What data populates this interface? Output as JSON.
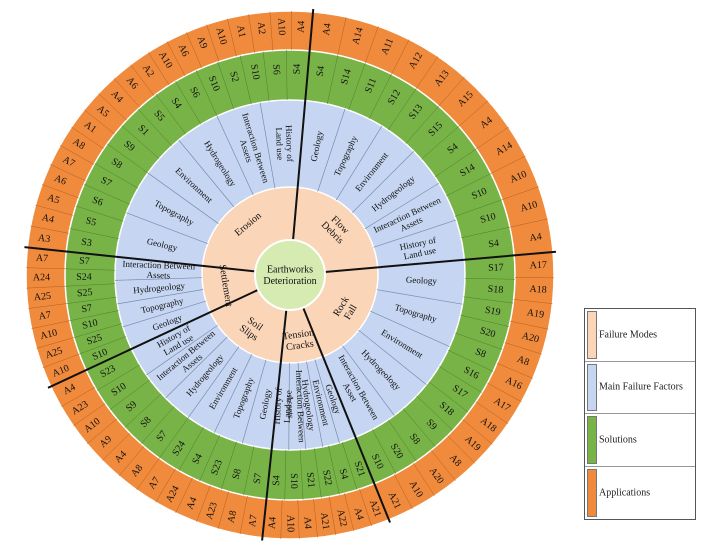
{
  "center": {
    "lines": [
      "Earthworks",
      "Deterioration"
    ]
  },
  "colors": {
    "center": "#d6ebb2",
    "failure_modes": "#fbd5b8",
    "factors": "#c6d6f2",
    "solutions": "#78b347",
    "applications": "#f08a3c",
    "divider": "#111111",
    "thin": "#7a8dae"
  },
  "failure_modes": [
    {
      "label": "Erosion",
      "factors": [
        "Geology",
        "Topography",
        "Environment",
        "Hydrogeology",
        "Interaction Between Assets",
        "History of Land use"
      ],
      "solutions": [
        "S3",
        "S5",
        "S6",
        "S7",
        "S8",
        "S9",
        "S1",
        "S5",
        "S4",
        "S6",
        "S10",
        "S2",
        "S10",
        "S6",
        "S4"
      ],
      "applications": [
        "A3",
        "A4",
        "A5",
        "A6",
        "A7",
        "A8",
        "A1",
        "A5",
        "A4",
        "A6",
        "A2",
        "A10",
        "A6",
        "A9",
        "A10",
        "A1",
        "A2",
        "A10",
        "A4"
      ]
    },
    {
      "label": "Flow Debris",
      "factors": [
        "Geology",
        "Topography",
        "Environment",
        "Hydrogeology",
        "Interaction Between Assets",
        "History of Land use"
      ],
      "solutions": [
        "S4",
        "S14",
        "S11",
        "S12",
        "S13",
        "S15",
        "S4",
        "S14",
        "S10",
        "S10",
        "S4"
      ],
      "applications": [
        "A4",
        "A14",
        "A11",
        "A12",
        "A13",
        "A15",
        "A4",
        "A14",
        "A10",
        "A10",
        "A4"
      ]
    },
    {
      "label": "Rock Fall",
      "factors": [
        "Geology",
        "Topography",
        "Environment",
        "Hydrogeology",
        "Interaction Between Asset"
      ],
      "solutions": [
        "S17",
        "S18",
        "S19",
        "S20",
        "S8",
        "S16",
        "S17",
        "S18",
        "S9",
        "S8",
        "S20",
        "S10"
      ],
      "applications": [
        "A17",
        "A18",
        "A19",
        "A20",
        "A8",
        "A16",
        "A17",
        "A18",
        "A19",
        "A8",
        "A20",
        "A10",
        "A21"
      ]
    },
    {
      "label": "Tension Cracks",
      "factors": [
        "Geology",
        "Environment",
        "Hydrogeology",
        "Interaction Between Assets",
        "History of Land use"
      ],
      "solutions": [
        "S21",
        "S4",
        "S22",
        "S21",
        "S10",
        "S4"
      ],
      "applications": [
        "A21",
        "A4",
        "A22",
        "A21",
        "A4",
        "A10",
        "A4"
      ]
    },
    {
      "label": "Soil Slips",
      "factors": [
        "Geology",
        "Topography",
        "Environment",
        "Hydrogeology",
        "Interaction Between Assets",
        "History of Land use"
      ],
      "solutions": [
        "S7",
        "S8",
        "S23",
        "S4",
        "S24",
        "S7",
        "S8",
        "S9",
        "S10",
        "S23"
      ],
      "applications": [
        "A7",
        "A8",
        "A23",
        "A4",
        "A24",
        "A7",
        "A8",
        "A4",
        "A9",
        "A10",
        "A23",
        "A4"
      ]
    },
    {
      "label": "Settlement",
      "factors": [
        "Geology",
        "Topography",
        "Hydrogeology",
        "Interaction Between Assets"
      ],
      "solutions": [
        "S10",
        "S25",
        "S10",
        "S7",
        "S25",
        "S24",
        "S7"
      ],
      "applications": [
        "A10",
        "A25",
        "A10",
        "A7",
        "A25",
        "A24",
        "A7"
      ]
    }
  ],
  "legend": [
    {
      "label": "Failure Modes",
      "color": "#fbd5b8"
    },
    {
      "label": "Main Failure Factors",
      "color": "#c6d6f2"
    },
    {
      "label": "Solutions",
      "color": "#78b347"
    },
    {
      "label": "Applications",
      "color": "#f08a3c"
    }
  ]
}
